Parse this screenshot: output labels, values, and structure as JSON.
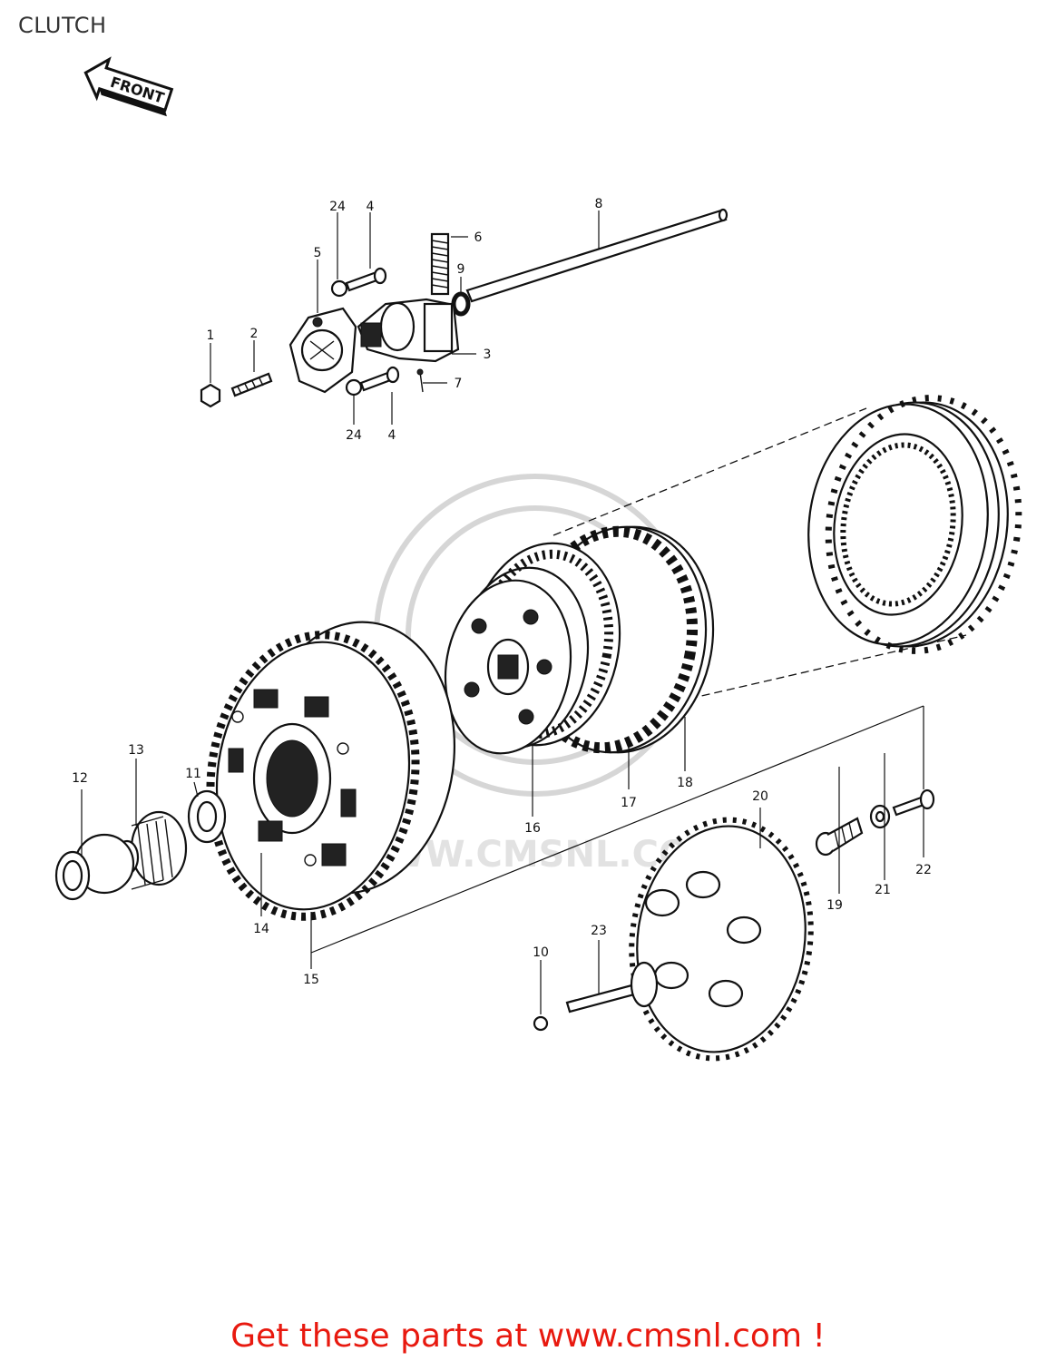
{
  "title": "CLUTCH",
  "orientation_label": "FRONT",
  "watermark_text": "WWW.CMSNL.COM",
  "footer_text": "Get these parts at www.cmsnl.com !",
  "colors": {
    "footer": "#e8190f",
    "ink": "#111111",
    "watermark": "#d6d6d6"
  },
  "callouts": {
    "c1": "1",
    "c2": "2",
    "c3": "3",
    "c4a": "4",
    "c4b": "4",
    "c5": "5",
    "c6": "6",
    "c7": "7",
    "c8": "8",
    "c9": "9",
    "c10": "10",
    "c11": "11",
    "c12": "12",
    "c13": "13",
    "c14": "14",
    "c15": "15",
    "c16": "16",
    "c17": "17",
    "c18": "18",
    "c19": "19",
    "c20": "20",
    "c21": "21",
    "c22": "22",
    "c23": "23",
    "c24a": "24",
    "c24b": "24"
  }
}
